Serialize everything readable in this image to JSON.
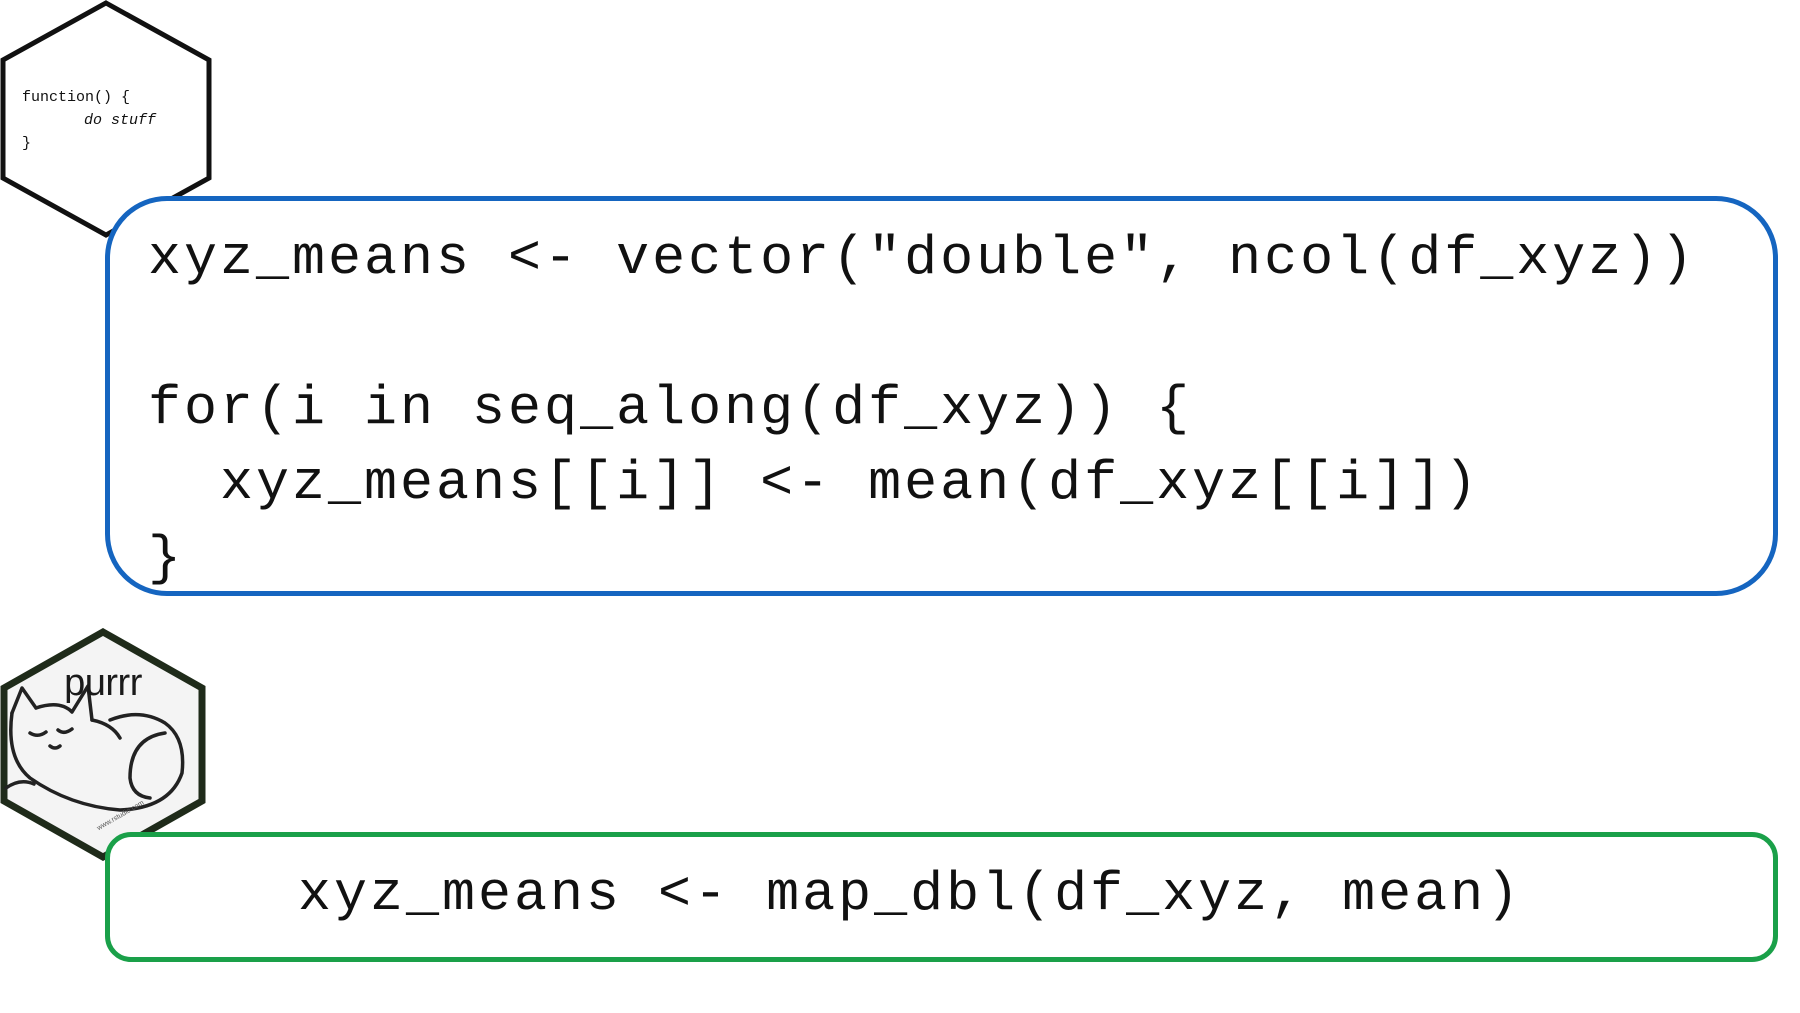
{
  "function_hex": {
    "lines": [
      "function() {",
      "do stuff",
      "}"
    ]
  },
  "purrr_hex": {
    "label": "purrr",
    "url": "www.rstudio.com"
  },
  "loop_box": {
    "color": "#1565c0",
    "lines": [
      "xyz_means <- vector(\"double\", ncol(df_xyz))",
      "for(i in seq_along(df_xyz)) {",
      "  xyz_means[[i]] <- mean(df_xyz[[i]])",
      "}"
    ]
  },
  "map_box": {
    "color": "#1aa049",
    "line": "xyz_means <- map_dbl(df_xyz, mean)"
  }
}
